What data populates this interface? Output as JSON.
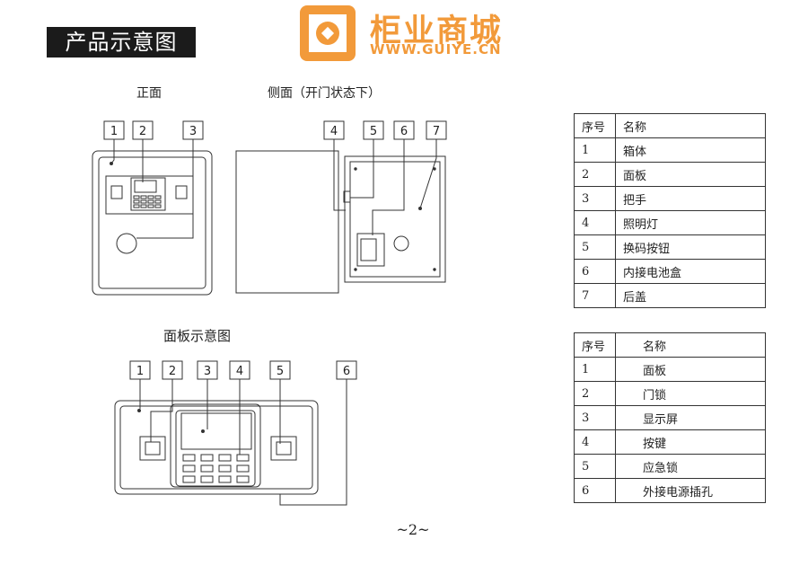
{
  "header": {
    "section_title": "产品示意图",
    "brand_name": "柜业商城",
    "brand_url": "WWW.GUIYE.CN",
    "brand_color": "#f29a3a"
  },
  "views": {
    "front_label": "正面",
    "side_label": "侧面（开门状态下）",
    "panel_label": "面板示意图"
  },
  "front_callouts": [
    "1",
    "2",
    "3"
  ],
  "side_callouts": [
    "4",
    "5",
    "6",
    "7"
  ],
  "panel_callouts": [
    "1",
    "2",
    "3",
    "4",
    "5",
    "6"
  ],
  "table_body": {
    "headers": [
      "序号",
      "名称"
    ],
    "rows": [
      [
        "1",
        "箱体"
      ],
      [
        "2",
        "面板"
      ],
      [
        "3",
        "把手"
      ],
      [
        "4",
        "照明灯"
      ],
      [
        "5",
        "换码按钮"
      ],
      [
        "6",
        "内接电池盒"
      ],
      [
        "7",
        "后盖"
      ]
    ]
  },
  "table_panel": {
    "headers": [
      "序号",
      "名称"
    ],
    "rows": [
      [
        "1",
        "面板"
      ],
      [
        "2",
        "门锁"
      ],
      [
        "3",
        "显示屏"
      ],
      [
        "4",
        "按键"
      ],
      [
        "5",
        "应急锁"
      ],
      [
        "6",
        "外接电源插孔"
      ]
    ]
  },
  "footer": {
    "page_number": "~2~"
  }
}
